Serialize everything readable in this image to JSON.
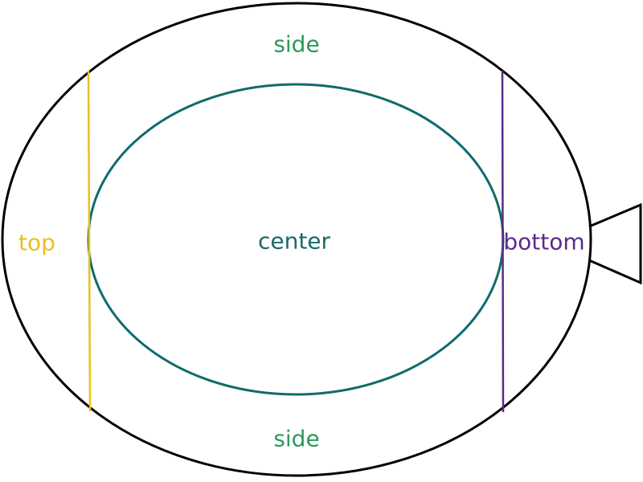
{
  "diagram": {
    "labels": {
      "side_top": "side",
      "top": "top",
      "center": "center",
      "bottom": "bottom",
      "side_bottom": "side"
    },
    "colors": {
      "outline": "#000000",
      "inner_ellipse": "#0f6b6b",
      "side": "#2a9a5a",
      "top": "#e8c020",
      "bottom": "#5a2a8a",
      "center": "#1a6a6a"
    }
  }
}
